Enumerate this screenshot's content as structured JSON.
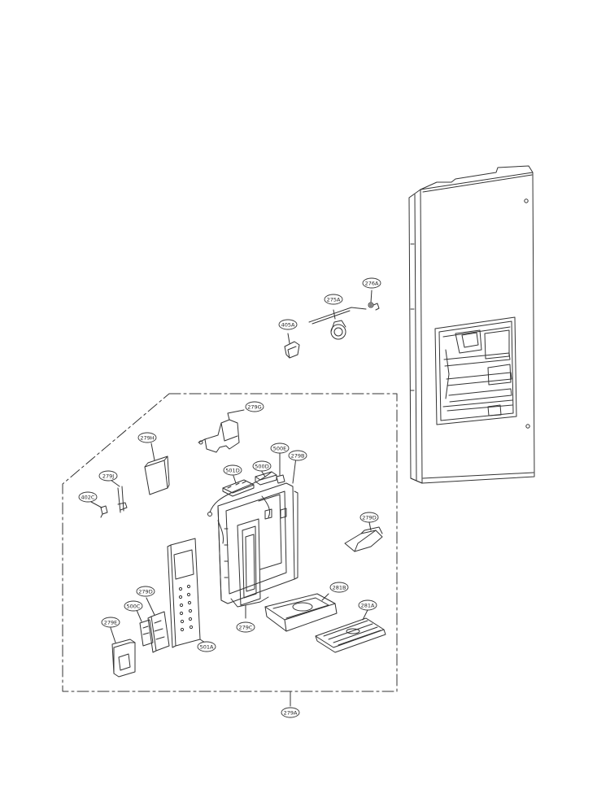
{
  "callouts": {
    "c276A": "276A",
    "c275A": "275A",
    "c405A": "405A",
    "c279G": "279G",
    "c279H": "279H",
    "c500E": "500E",
    "c279B": "279B",
    "c501D": "501D",
    "c500D": "500D",
    "c279J": "279J",
    "c402C": "402C",
    "c279D_right": "279D",
    "c281B": "281B",
    "c281A": "281A",
    "c279D_left": "279D",
    "c500C": "500C",
    "c279E": "279E",
    "c501A": "501A",
    "c279C": "279C",
    "c279A": "279A"
  },
  "colors": {
    "line": "#333333",
    "background": "#ffffff"
  }
}
